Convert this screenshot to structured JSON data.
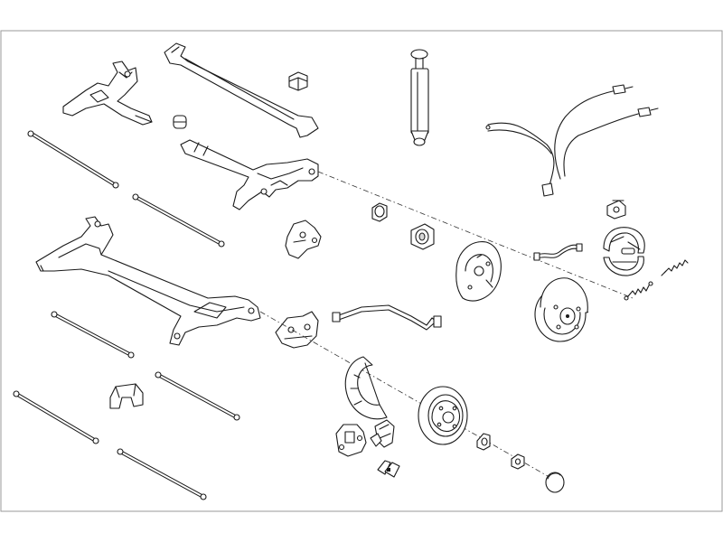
{
  "diagram": {
    "frame_color": "#9a9a9a",
    "line_color": "#1a1a1a",
    "background": "#ffffff",
    "parts": [
      {
        "name": "rear-axle-beam-upper"
      },
      {
        "name": "rear-axle-beam-lower"
      },
      {
        "name": "panhard-rod"
      },
      {
        "name": "shock-absorber"
      },
      {
        "name": "handbrake-cable"
      },
      {
        "name": "tie-rod"
      },
      {
        "name": "trailing-arm"
      },
      {
        "name": "bushing"
      },
      {
        "name": "brake-backing-plate"
      },
      {
        "name": "brake-drum"
      },
      {
        "name": "brake-shoe-set"
      },
      {
        "name": "wheel-cylinder"
      },
      {
        "name": "brake-hose"
      },
      {
        "name": "brake-pipe"
      },
      {
        "name": "stub-axle"
      },
      {
        "name": "dust-shield"
      },
      {
        "name": "brake-disc"
      },
      {
        "name": "brake-caliper"
      },
      {
        "name": "caliper-bracket"
      },
      {
        "name": "brake-pads"
      },
      {
        "name": "wheel-bearing"
      },
      {
        "name": "axle-nut"
      },
      {
        "name": "hub-cap"
      },
      {
        "name": "return-spring"
      },
      {
        "name": "adjuster-spring"
      }
    ]
  }
}
